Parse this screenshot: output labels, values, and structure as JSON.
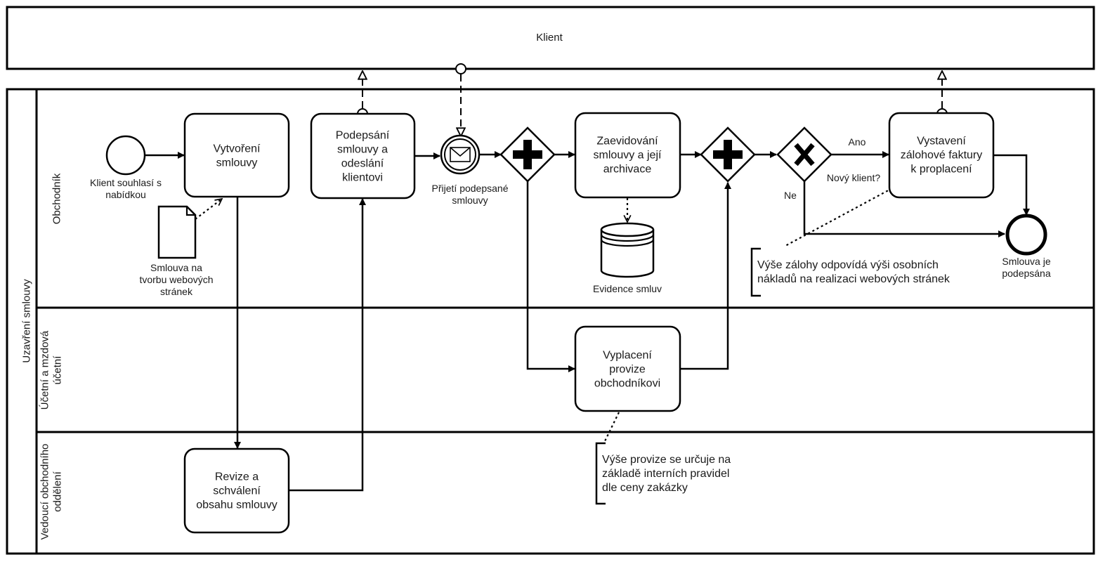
{
  "pools": {
    "client": "Klient",
    "main": "Uzavření smlouvy"
  },
  "lanes": {
    "sales": "Obchodník",
    "accounting": [
      "Účetní a mzdová",
      "účetní"
    ],
    "manager": [
      "Vedoucí obchodního",
      "oddělení"
    ]
  },
  "events": {
    "start": [
      "Klient souhlasí s",
      "nabídkou"
    ],
    "message": [
      "Přijetí podepsané",
      "smlouvy"
    ],
    "end": [
      "Smlouva je",
      "podepsána"
    ]
  },
  "tasks": {
    "create": [
      "Vytvoření",
      "smlouvy"
    ],
    "sign": [
      "Podepsání",
      "smlouvy a",
      "odeslání",
      "klientovi"
    ],
    "register": [
      "Zaevidování",
      "smlouvy a její",
      "archivace"
    ],
    "invoice": [
      "Vystavení",
      "zálohové faktury",
      "k proplacení"
    ],
    "commission": [
      "Vyplacení",
      "provize",
      "obchodníkovi"
    ],
    "review": [
      "Revize a",
      "schválení",
      "obsahu smlouvy"
    ]
  },
  "artifacts": {
    "document": [
      "Smlouva na",
      "tvorbu webových",
      "stránek"
    ],
    "datastore": [
      "Evidence smluv"
    ],
    "annotation_deposit": [
      "Výše zálohy odpovídá výši osobních",
      "nákladů na realizaci webových stránek"
    ],
    "annotation_commission": [
      "Výše provize se určuje na",
      "základě interních pravidel",
      "dle ceny zakázky"
    ]
  },
  "gateway": {
    "question": [
      "Nový klient?"
    ],
    "yes": [
      "Ano"
    ],
    "no": [
      "Ne"
    ]
  }
}
